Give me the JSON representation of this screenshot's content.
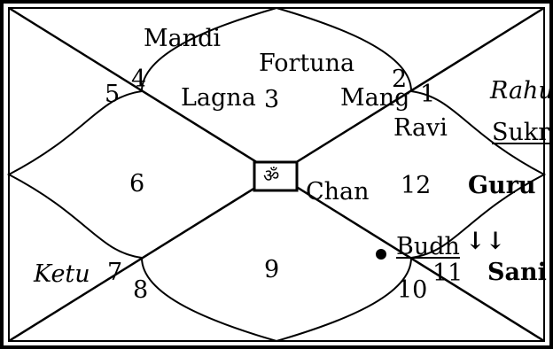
{
  "center_symbol": "ॐ",
  "houses": {
    "h1": "1",
    "h2": "2",
    "h3": "3",
    "h4": "4",
    "h5": "5",
    "h6": "6",
    "h7": "7",
    "h8": "8",
    "h9": "9",
    "h10": "10",
    "h11": "11",
    "h12": "12"
  },
  "planets": {
    "mandi": "Mandi",
    "fortuna": "Fortuna",
    "lagna": "Lagna",
    "mang": "Mang",
    "rahu": "Rahu",
    "ravi": "Ravi",
    "sukr": "Sukr",
    "chan": "Chan",
    "guru": "Guru",
    "budh": "Budh",
    "budh_arrows": "↓↓",
    "ketu": "Ketu",
    "sani": "Sani"
  },
  "colors": {
    "ink": "#000000",
    "background": "#ffffff"
  }
}
